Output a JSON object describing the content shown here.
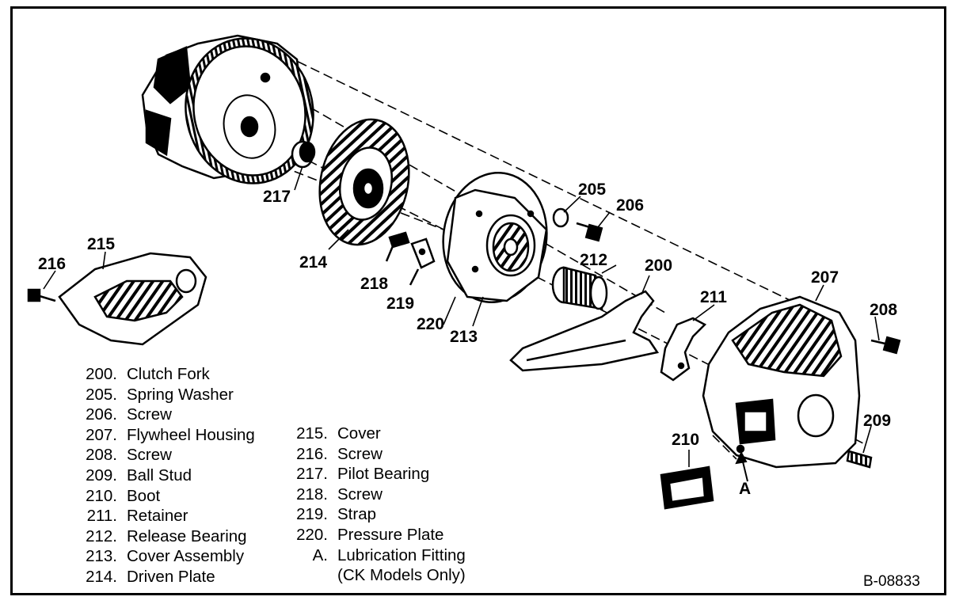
{
  "figure_code": "B-08833",
  "callouts": {
    "c200": "200",
    "c205": "205",
    "c206": "206",
    "c207": "207",
    "c208": "208",
    "c209": "209",
    "c210": "210",
    "c211": "211",
    "c212": "212",
    "c213": "213",
    "c214": "214",
    "c215": "215",
    "c216": "216",
    "c217": "217",
    "c218": "218",
    "c219": "219",
    "c220": "220",
    "cA": "A"
  },
  "legend_left": [
    {
      "num": "200.",
      "label": "Clutch Fork"
    },
    {
      "num": "205.",
      "label": "Spring Washer"
    },
    {
      "num": "206.",
      "label": "Screw"
    },
    {
      "num": "207.",
      "label": "Flywheel Housing"
    },
    {
      "num": "208.",
      "label": "Screw"
    },
    {
      "num": "209.",
      "label": "Ball Stud"
    },
    {
      "num": "210.",
      "label": "Boot"
    },
    {
      "num": "211.",
      "label": "Retainer"
    },
    {
      "num": "212.",
      "label": "Release Bearing"
    },
    {
      "num": "213.",
      "label": "Cover Assembly"
    },
    {
      "num": "214.",
      "label": "Driven Plate"
    }
  ],
  "legend_right": [
    {
      "num": "215.",
      "label": "Cover"
    },
    {
      "num": "216.",
      "label": "Screw"
    },
    {
      "num": "217.",
      "label": "Pilot Bearing"
    },
    {
      "num": "218.",
      "label": "Screw"
    },
    {
      "num": "219.",
      "label": "Strap"
    },
    {
      "num": "220.",
      "label": "Pressure Plate"
    },
    {
      "num": "A.",
      "label": "Lubrication Fitting"
    },
    {
      "num": "",
      "label": "(CK Models Only)"
    }
  ]
}
